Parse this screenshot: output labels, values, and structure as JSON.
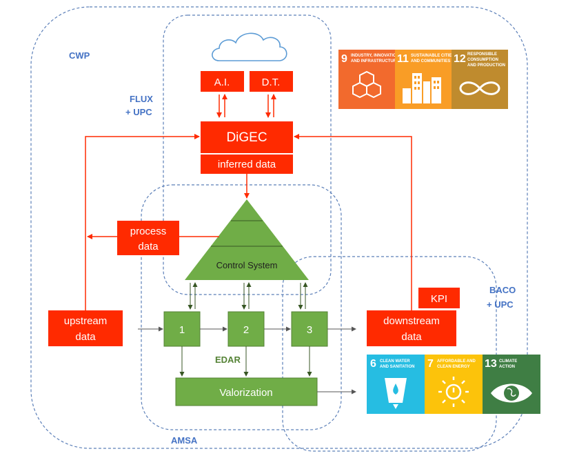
{
  "regions": {
    "cwp": "CWP",
    "flux_line1": "FLUX",
    "flux_line2": "+ UPC",
    "baco_line1": "BACO",
    "baco_line2": "+ UPC",
    "amsa": "AMSA",
    "edar": "EDAR"
  },
  "boxes": {
    "ai": "A.I.",
    "dt": "D.T.",
    "digec": "DiGEC",
    "inferred": "inferred data",
    "process_line1": "process",
    "process_line2": "data",
    "control_system": "Control System",
    "upstream_line1": "upstream",
    "upstream_line2": "data",
    "downstream_line1": "downstream",
    "downstream_line2": "data",
    "kpi": "KPI",
    "stage1": "1",
    "stage2": "2",
    "stage3": "3",
    "valorization": "Valorization"
  },
  "sdg_top": [
    {
      "num": "9",
      "line1": "INDUSTRY, INNOVATION",
      "line2": "AND INFRASTRUCTURE",
      "line3": "",
      "color": "#f26a2d",
      "icon": "cubes-icon"
    },
    {
      "num": "11",
      "line1": "SUSTAINABLE CITIES",
      "line2": "AND COMMUNITIES",
      "line3": "",
      "color": "#f99d26",
      "icon": "buildings-icon"
    },
    {
      "num": "12",
      "line1": "RESPONSIBLE",
      "line2": "CONSUMPTION",
      "line3": "AND PRODUCTION",
      "color": "#bf8b2e",
      "icon": "infinity-icon"
    }
  ],
  "sdg_bottom": [
    {
      "num": "6",
      "line1": "CLEAN WATER",
      "line2": "AND SANITATION",
      "color": "#26bde2",
      "icon": "water-glass-icon"
    },
    {
      "num": "7",
      "line1": "AFFORDABLE AND",
      "line2": "CLEAN ENERGY",
      "color": "#fcc30b",
      "icon": "sun-power-icon"
    },
    {
      "num": "13",
      "line1": "CLIMATE",
      "line2": "ACTION",
      "color": "#3f7e44",
      "icon": "earth-eye-icon"
    }
  ],
  "colors": {
    "red": "#ff2a00",
    "green": "#70ad47",
    "dark_green": "#538135",
    "blue_dash": "#4472c4",
    "cloud": "#5b9bd5"
  }
}
